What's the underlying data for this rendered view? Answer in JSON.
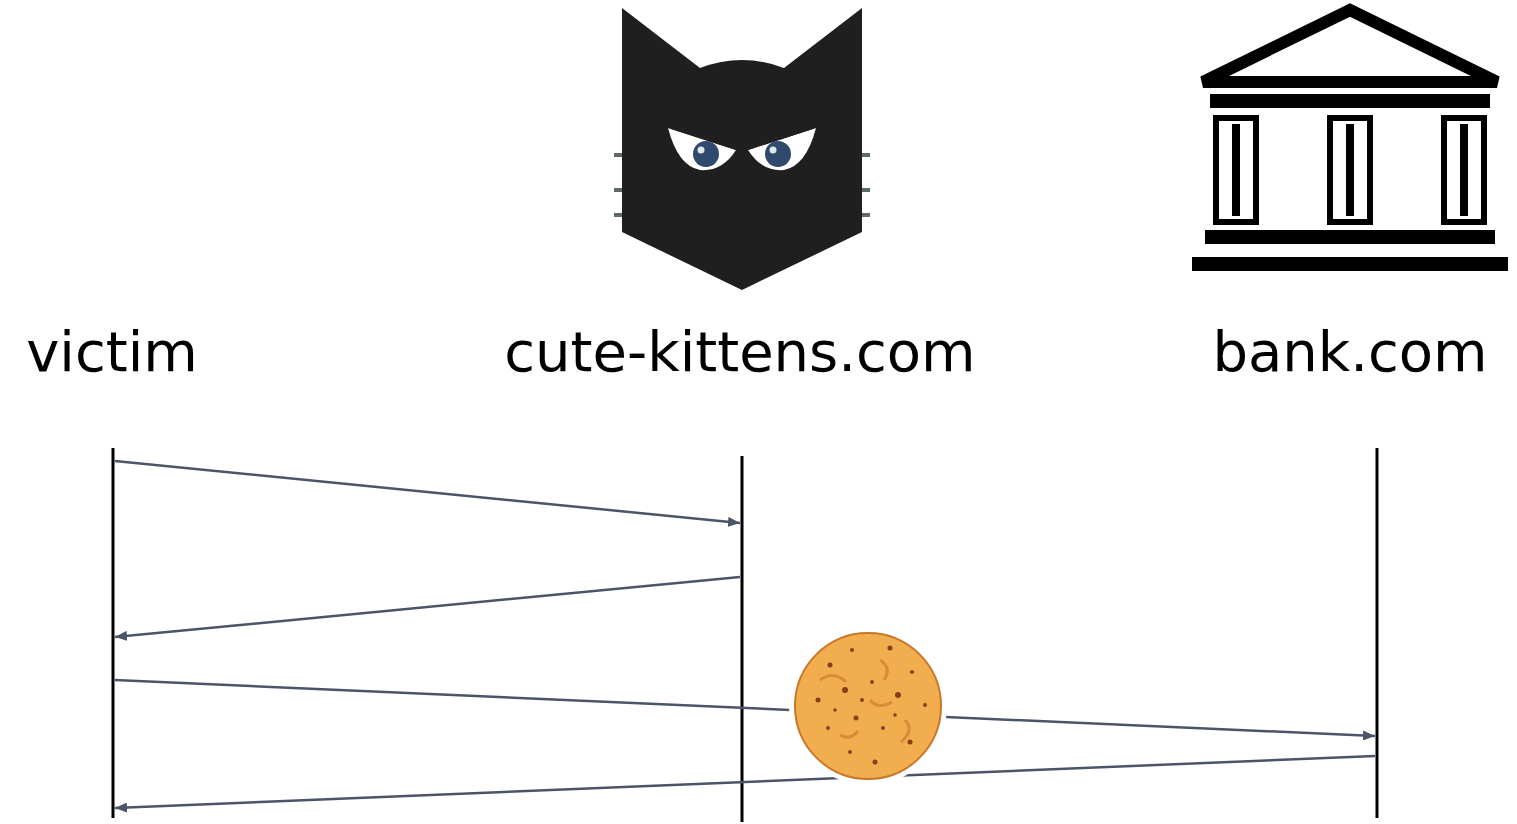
{
  "diagram": {
    "nodes": [
      {
        "text": [
          "victim"
        ]
      },
      {
        "text": [
          "cute-kittens.com"
        ]
      },
      {
        "text": [
          "bank.com"
        ]
      }
    ],
    "edges": [
      {
        "from": 0,
        "to": 1,
        "arrow": "to"
      },
      {
        "from": 1,
        "to": 0,
        "arrow": "to"
      },
      {
        "from": 0,
        "to": 2,
        "arrow": "to"
      },
      {
        "from": 2,
        "to": 0,
        "arrow": "to"
      }
    ]
  }
}
